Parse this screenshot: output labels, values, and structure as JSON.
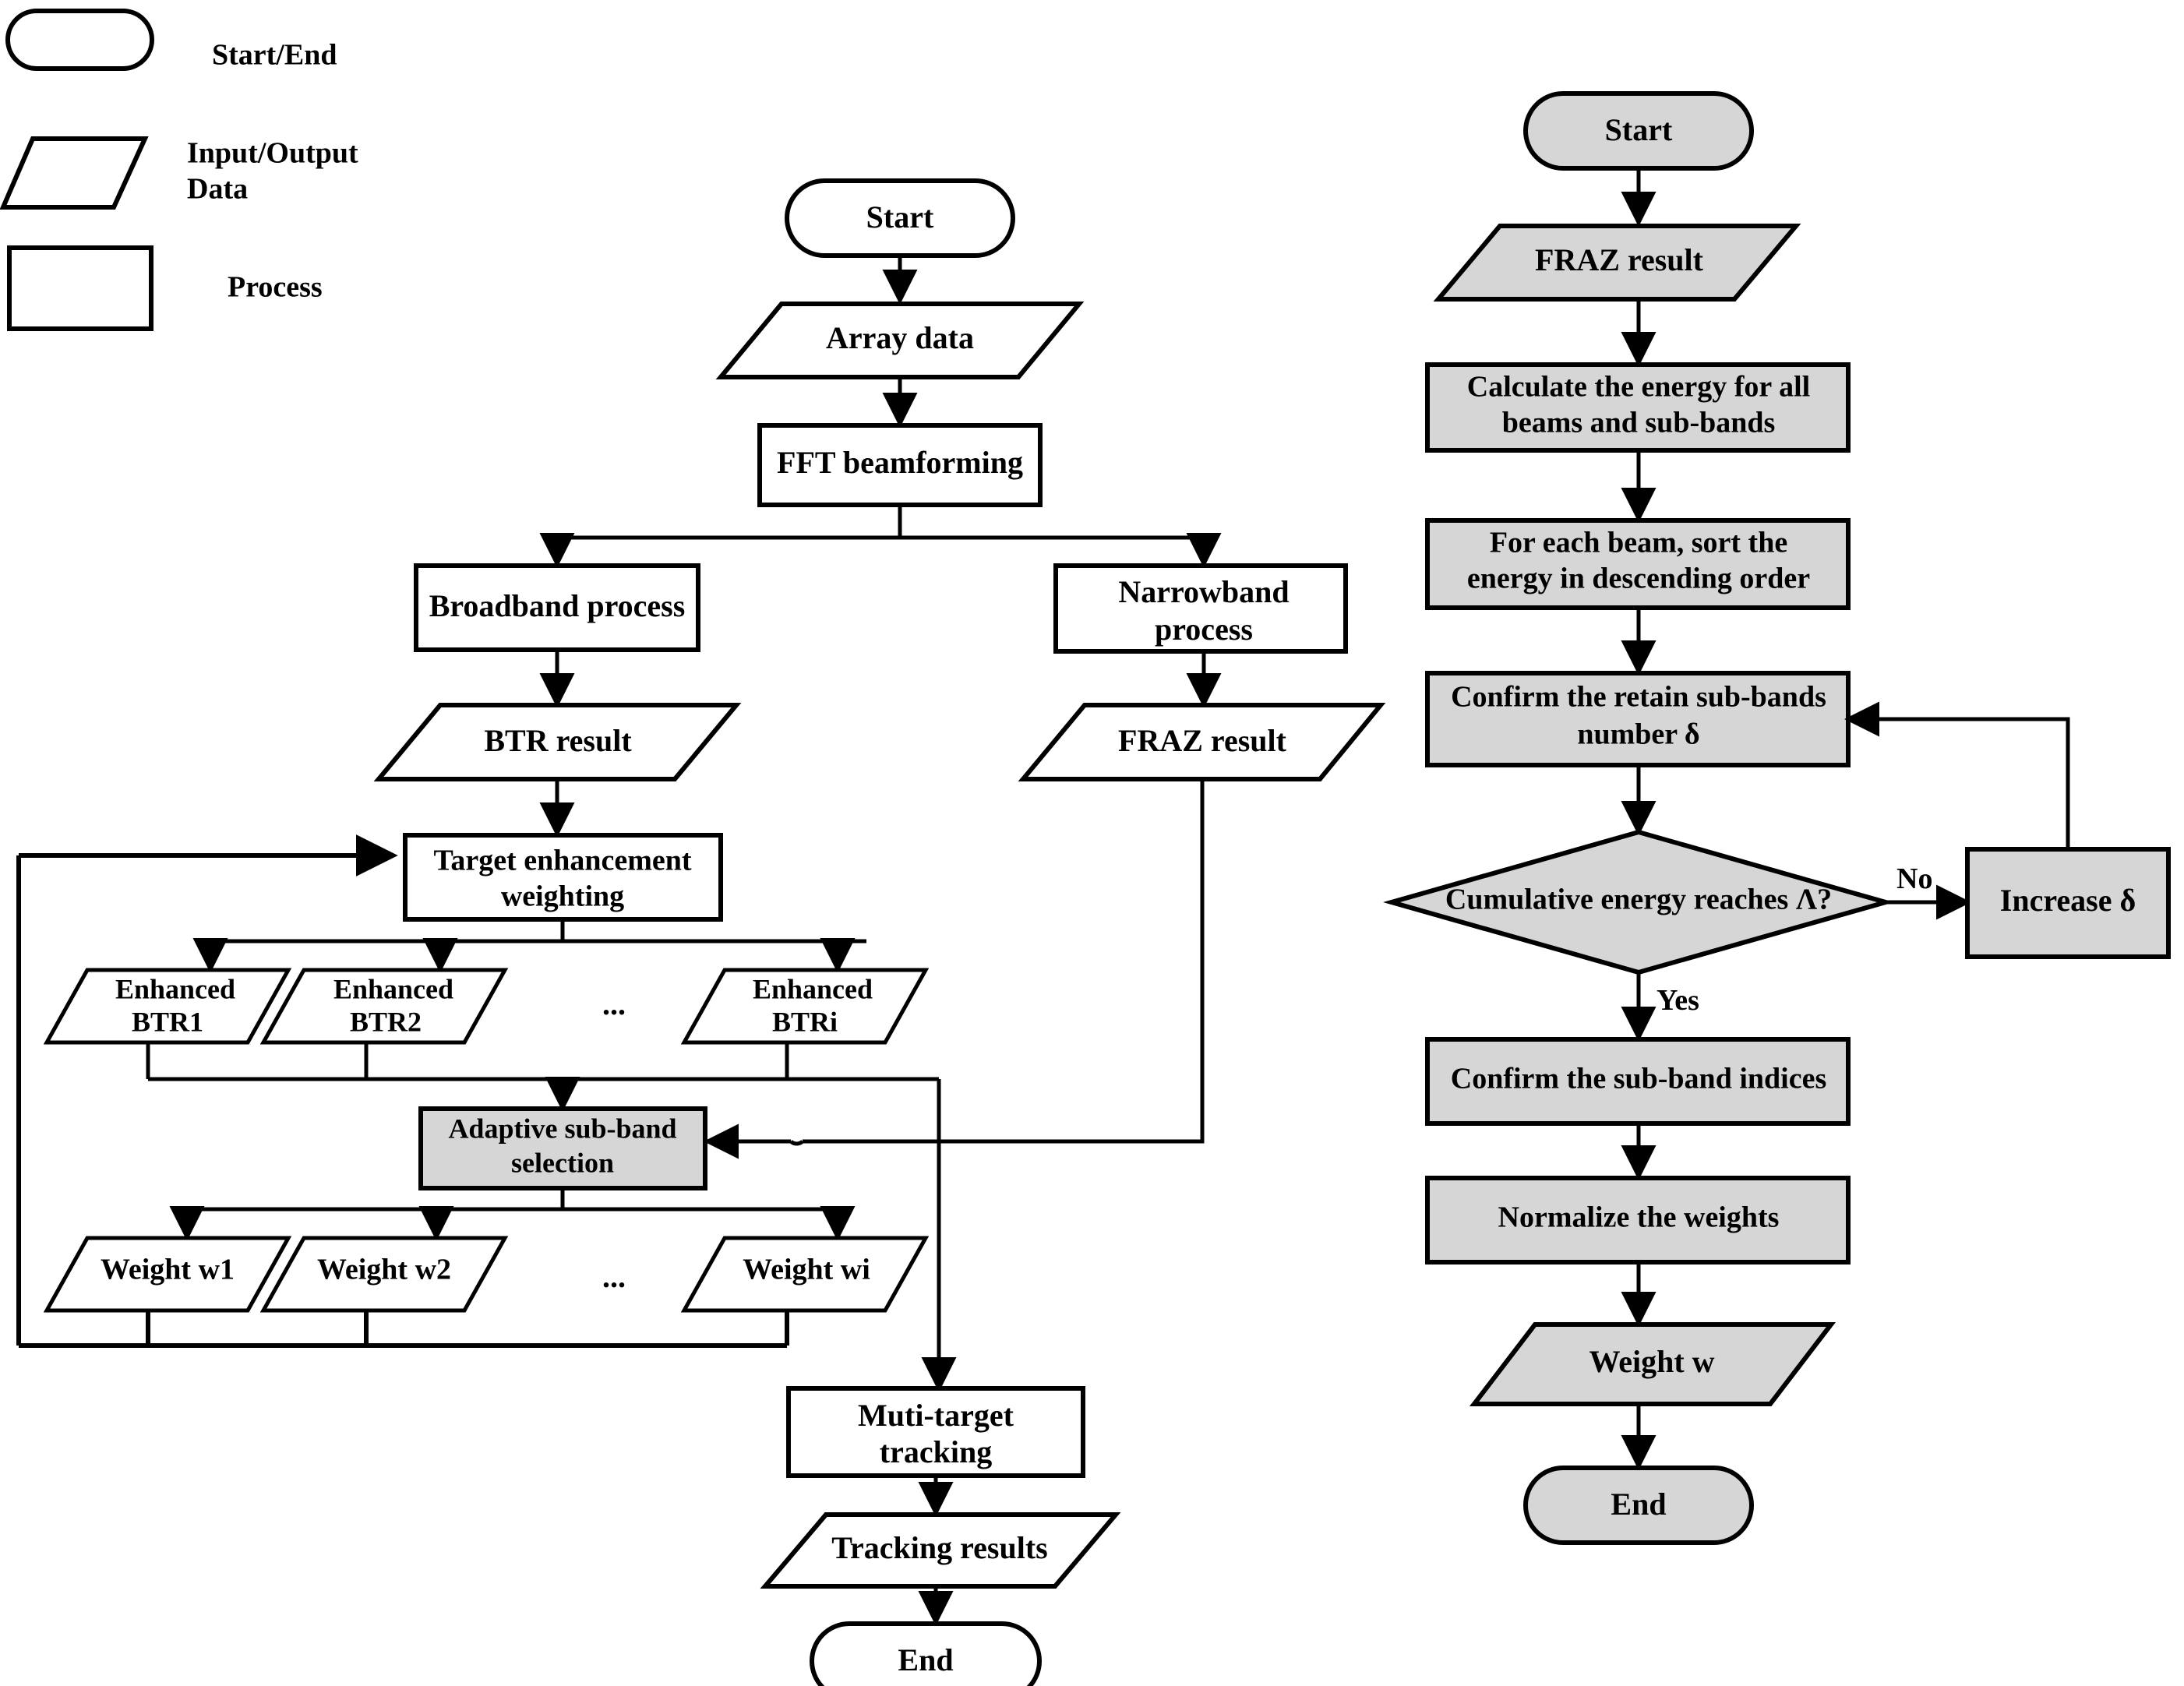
{
  "legend": {
    "items": [
      {
        "shape": "terminator",
        "label": "Start/End"
      },
      {
        "shape": "parallelogram",
        "label": "Input/Output\nData",
        "line1": "Input/Output",
        "line2": "Data"
      },
      {
        "shape": "rectangle",
        "label": "Process"
      }
    ]
  },
  "left_flowchart": {
    "nodes": {
      "start": "Start",
      "array_data": "Array data",
      "fft": "FFT beamforming",
      "broadband": "Broadband process",
      "narrowband_l1": "Narrowband",
      "narrowband_l2": "process",
      "btr_result": "BTR result",
      "fraz_result": "FRAZ result",
      "target_enh_l1": "Target  enhancement",
      "target_enh_l2": "weighting",
      "enh_btr1_l1": "Enhanced",
      "enh_btr1_l2": "BTR1",
      "enh_btr2_l1": "Enhanced",
      "enh_btr2_l2": "BTR2",
      "enh_btri_l1": "Enhanced",
      "enh_btri_l2": "BTRi",
      "ellipsis_top": "...",
      "adaptive_l1": "Adaptive sub-band",
      "adaptive_l2": "selection",
      "weight_w1": "Weight w1",
      "weight_w2": "Weight w2",
      "weight_wi": "Weight wi",
      "ellipsis_bottom": "...",
      "multi_target_l1": "Muti-target",
      "multi_target_l2": "tracking",
      "tracking_results": "Tracking results",
      "end": "End"
    }
  },
  "right_flowchart": {
    "nodes": {
      "start": "Start",
      "fraz_result": "FRAZ result",
      "calc_energy_l1": "Calculate the energy for all",
      "calc_energy_l2": "beams and sub-bands",
      "sort_energy_l1": "For each beam, sort the",
      "sort_energy_l2": "energy in descending order",
      "confirm_retain_l1": "Confirm the retain sub-bands",
      "confirm_retain_l2": "number δ",
      "decision": "Cumulative energy reaches Λ?",
      "increase_delta": "Increase δ",
      "confirm_indices": "Confirm the sub-band indices",
      "normalize": "Normalize the weights",
      "weight_w": "Weight w",
      "end": "End"
    },
    "edge_labels": {
      "no": "No",
      "yes": "Yes"
    }
  },
  "colors": {
    "stroke": "#000000",
    "process_fill_white": "#ffffff",
    "process_fill_gray": "#d6d6d6",
    "background": "#ffffff"
  }
}
